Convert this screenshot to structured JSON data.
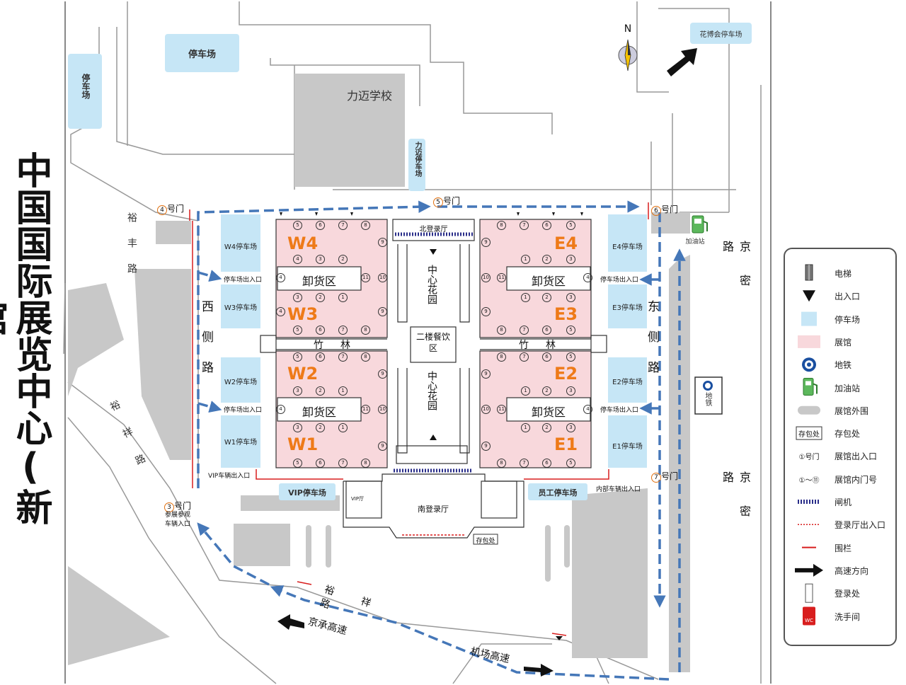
{
  "title": "中国国际展览中心(新馆)",
  "compass": {
    "label": "N"
  },
  "landmarks": {
    "school": "力迈学校",
    "parking_top": "停车场",
    "parking_left": "停车场",
    "parking_school": "力迈停车场",
    "parking_expo": "花博会停车场",
    "gas_station": "加油站",
    "subway": "地铁",
    "vip_parking": "VIP停车场",
    "staff_parking": "员工停车场",
    "north_hall": "北登录厅",
    "south_hall": "南登录厅",
    "vip_hall": "VIP厅",
    "storage": "存包处",
    "center_garden": "中心花园",
    "dining": "二楼餐饮区",
    "bamboo_1": "竹",
    "bamboo_2": "林",
    "registration": "登录处"
  },
  "roads": {
    "yufeng": "裕丰路",
    "yuxiang": "裕祥路",
    "west_side": "西侧路",
    "east_side": "东侧路",
    "jingmi": "京密路",
    "jingcheng": "京承高速",
    "airport": "机场高速"
  },
  "gates": [
    {
      "num": "4",
      "label": "号门"
    },
    {
      "num": "5",
      "label": "号门"
    },
    {
      "num": "6",
      "label": "号门"
    },
    {
      "num": "3",
      "label": "号门"
    },
    {
      "num": "7",
      "label": "号门"
    }
  ],
  "gate_notes": {
    "visitor_entry_1": "参展参观",
    "visitor_entry_2": "车辆入口",
    "vip_entry": "VIP车辆出入口",
    "internal_entry": "内部车辆出入口",
    "parking_entry": "停车场出入口"
  },
  "halls": [
    {
      "code": "W4"
    },
    {
      "code": "W3"
    },
    {
      "code": "W2"
    },
    {
      "code": "W1"
    },
    {
      "code": "E4"
    },
    {
      "code": "E3"
    },
    {
      "code": "E2"
    },
    {
      "code": "E1"
    }
  ],
  "hall_parking": [
    {
      "label": "W4停车场"
    },
    {
      "label": "W3停车场"
    },
    {
      "label": "W2停车场"
    },
    {
      "label": "W1停车场"
    },
    {
      "label": "E4停车场"
    },
    {
      "label": "E3停车场"
    },
    {
      "label": "E2停车场"
    },
    {
      "label": "E1停车场"
    }
  ],
  "unloading": "卸货区",
  "door_numbers": [
    "1",
    "2",
    "3",
    "4",
    "5",
    "6",
    "7",
    "8",
    "9",
    "10",
    "11"
  ],
  "legend": [
    {
      "icon": "elevator-icon",
      "label": "电梯"
    },
    {
      "icon": "entrance-triangle-icon",
      "label": "出入口"
    },
    {
      "icon": "parking-swatch-icon",
      "label": "停车场"
    },
    {
      "icon": "hall-swatch-icon",
      "label": "展馆"
    },
    {
      "icon": "subway-icon",
      "label": "地铁"
    },
    {
      "icon": "gas-pump-icon",
      "label": "加油站"
    },
    {
      "icon": "perimeter-swatch-icon",
      "label": "展馆外围"
    },
    {
      "icon": "storage-box-icon",
      "label": "存包处",
      "icon_text": "存包处"
    },
    {
      "icon": "gate-number-icon",
      "label": "展馆出入口",
      "icon_text": "①号门"
    },
    {
      "icon": "door-number-icon",
      "label": "展馆内门号",
      "icon_text": "①～⑪"
    },
    {
      "icon": "turnstile-icon",
      "label": "闸机"
    },
    {
      "icon": "dotted-line-icon",
      "label": "登录厅出入口"
    },
    {
      "icon": "fence-line-icon",
      "label": "围栏"
    },
    {
      "icon": "arrow-icon",
      "label": "高速方向"
    },
    {
      "icon": "registration-icon",
      "label": "登录处"
    },
    {
      "icon": "restroom-icon",
      "label": "洗手间",
      "icon_text": "WC"
    }
  ],
  "colors": {
    "parking": "#c6e6f6",
    "hall": "#f8d8dc",
    "gray": "#c8c8c8",
    "route": "#4577b8",
    "hall_code": "#ee7a18",
    "fence": "#d81e1e",
    "turnstile": "#2a2e8a"
  }
}
